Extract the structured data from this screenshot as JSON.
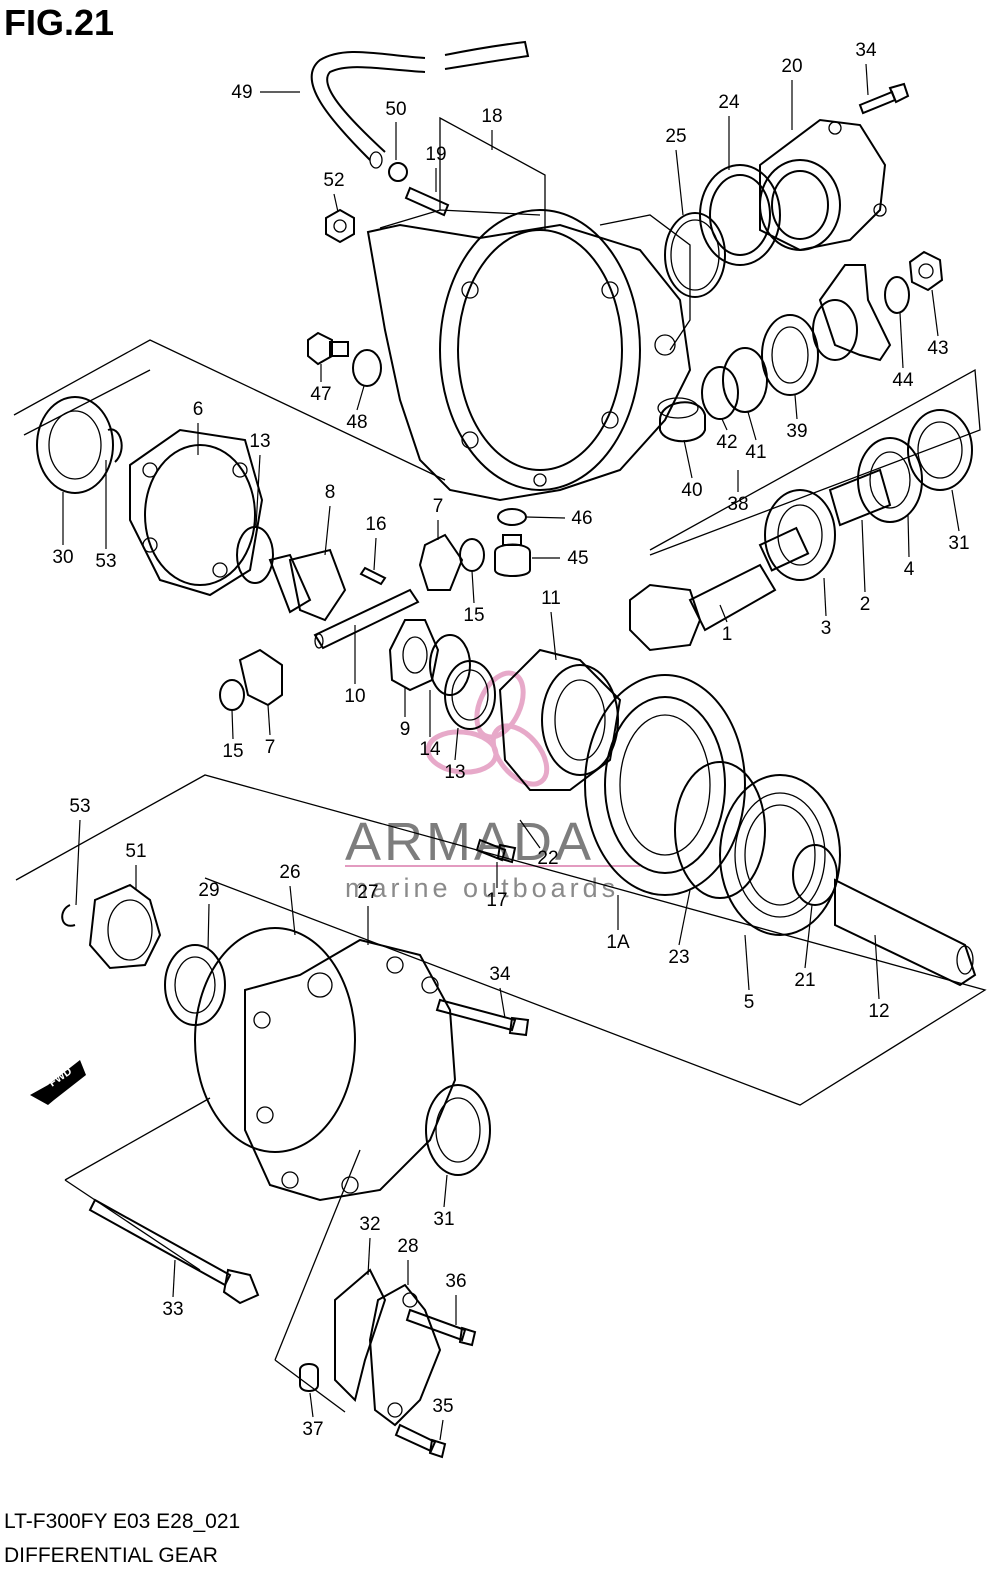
{
  "figure": {
    "title": "FIG.21"
  },
  "footer": {
    "code": "LT-F300FY E03 E28_021",
    "name": "DIFFERENTIAL GEAR"
  },
  "fwd_label": "FWD",
  "watermark": {
    "brand": "ARMADA",
    "tagline": "marine outboards",
    "color": "#e39bc0"
  },
  "parts": [
    {
      "id": "p49",
      "label": "49"
    },
    {
      "id": "p50",
      "label": "50"
    },
    {
      "id": "p18",
      "label": "18"
    },
    {
      "id": "p19",
      "label": "19"
    },
    {
      "id": "p52",
      "label": "52"
    },
    {
      "id": "p20",
      "label": "20"
    },
    {
      "id": "p34a",
      "label": "34"
    },
    {
      "id": "p24",
      "label": "24"
    },
    {
      "id": "p25",
      "label": "25"
    },
    {
      "id": "p43",
      "label": "43"
    },
    {
      "id": "p44",
      "label": "44"
    },
    {
      "id": "p47",
      "label": "47"
    },
    {
      "id": "p48",
      "label": "48"
    },
    {
      "id": "p39",
      "label": "39"
    },
    {
      "id": "p41",
      "label": "41"
    },
    {
      "id": "p42",
      "label": "42"
    },
    {
      "id": "p40",
      "label": "40"
    },
    {
      "id": "p38",
      "label": "38"
    },
    {
      "id": "p6",
      "label": "6"
    },
    {
      "id": "p13a",
      "label": "13"
    },
    {
      "id": "p8",
      "label": "8"
    },
    {
      "id": "p7a",
      "label": "7"
    },
    {
      "id": "p46",
      "label": "46"
    },
    {
      "id": "p45",
      "label": "45"
    },
    {
      "id": "p16",
      "label": "16"
    },
    {
      "id": "p31a",
      "label": "31"
    },
    {
      "id": "p4",
      "label": "4"
    },
    {
      "id": "p2",
      "label": "2"
    },
    {
      "id": "p3",
      "label": "3"
    },
    {
      "id": "p1",
      "label": "1"
    },
    {
      "id": "p30",
      "label": "30"
    },
    {
      "id": "p53a",
      "label": "53"
    },
    {
      "id": "p15a",
      "label": "15"
    },
    {
      "id": "p11",
      "label": "11"
    },
    {
      "id": "p10",
      "label": "10"
    },
    {
      "id": "p9",
      "label": "9"
    },
    {
      "id": "p14",
      "label": "14"
    },
    {
      "id": "p13b",
      "label": "13"
    },
    {
      "id": "p15b",
      "label": "15"
    },
    {
      "id": "p7b",
      "label": "7"
    },
    {
      "id": "p22",
      "label": "22"
    },
    {
      "id": "p17",
      "label": "17"
    },
    {
      "id": "p1A",
      "label": "1A"
    },
    {
      "id": "p23",
      "label": "23"
    },
    {
      "id": "p5",
      "label": "5"
    },
    {
      "id": "p21",
      "label": "21"
    },
    {
      "id": "p12",
      "label": "12"
    },
    {
      "id": "p53b",
      "label": "53"
    },
    {
      "id": "p51",
      "label": "51"
    },
    {
      "id": "p29",
      "label": "29"
    },
    {
      "id": "p26",
      "label": "26"
    },
    {
      "id": "p27",
      "label": "27"
    },
    {
      "id": "p34b",
      "label": "34"
    },
    {
      "id": "p31b",
      "label": "31"
    },
    {
      "id": "p33",
      "label": "33"
    },
    {
      "id": "p32",
      "label": "32"
    },
    {
      "id": "p28",
      "label": "28"
    },
    {
      "id": "p36",
      "label": "36"
    },
    {
      "id": "p37",
      "label": "37"
    },
    {
      "id": "p35",
      "label": "35"
    }
  ]
}
